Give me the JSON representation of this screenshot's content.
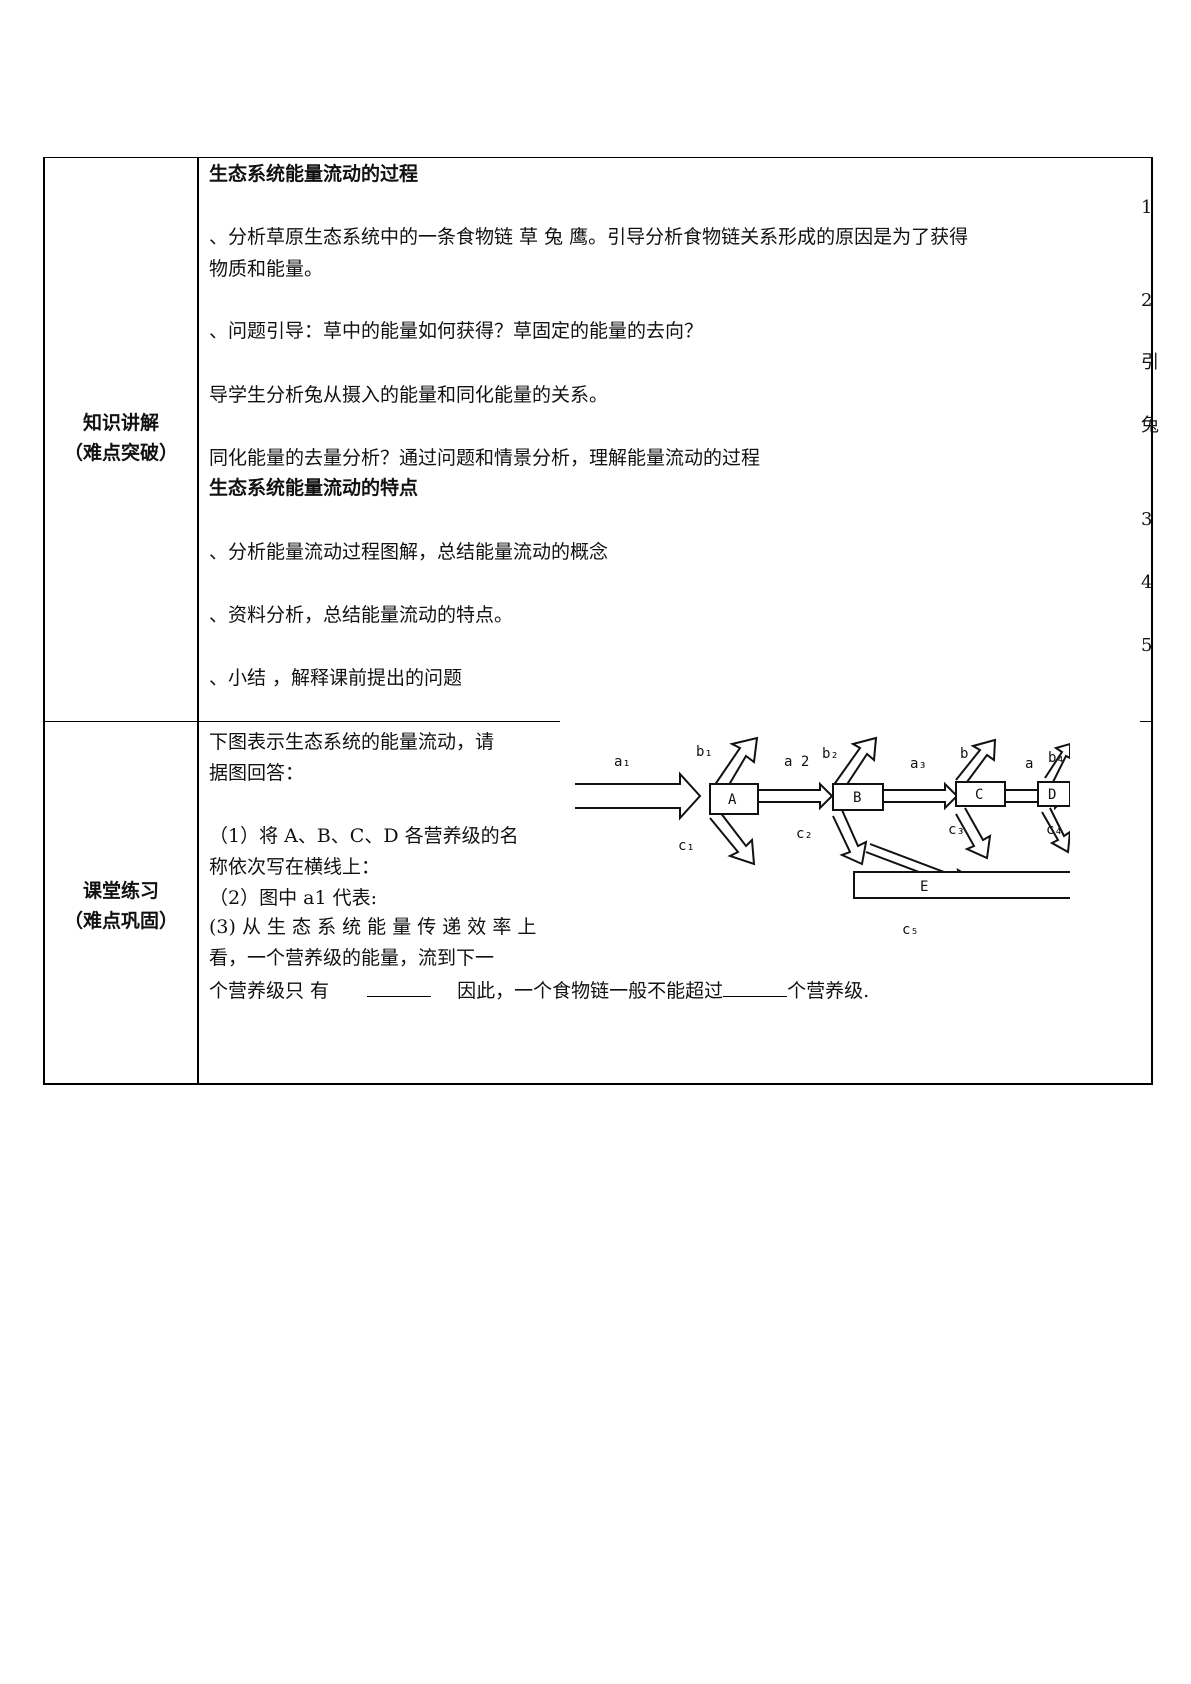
{
  "rows": {
    "knowledge": {
      "label_line1": "知识讲解",
      "label_line2": "（难点突破）",
      "heading1": "生态系统能量流动的过程",
      "p1_line1": "、分析草原生态系统中的一条食物链  草    兔    鹰。引导分析食物链关系形成的原因是为了获得",
      "p1_line2": "物质和能量。",
      "p2": "、问题引导：草中的能量如何获得？草固定的能量的去向？",
      "p3": "导学生分析兔从摄入的能量和同化能量的关系。",
      "p4": "同化能量的去量分析？通过问题和情景分析，理解能量流动的过程",
      "heading2": "生态系统能量流动的特点",
      "p5": "、分析能量流动过程图解，总结能量流动的概念",
      "p6": "、资料分析，总结能量流动的特点。",
      "p7": "、小结 ，解释课前提出的问题"
    },
    "practice": {
      "label_line1": "课堂练习",
      "label_line2": "（难点巩固）",
      "intro_line1": "下图表示生态系统的能量流动，请",
      "intro_line2": "据图回答：",
      "q1_line1": "（1）将 A、B、C、D 各营养级的名",
      "q1_line2": "称依次写在横线上：",
      "q2": "（2）图中 a1 代表:",
      "q3_line1": "(3) 从 生 态 系 统 能 量 传 递 效 率 上",
      "q3_line2": "看，一个营养级的能量，流到下一",
      "q3_line3_a": "个营养级只  有",
      "q3_line3_b": "因此，一个食物链一般不能超过",
      "q3_line3_c": "个营养级."
    }
  },
  "margin_notes": [
    "1",
    "2",
    "引",
    "兔",
    "3",
    "4",
    "5"
  ],
  "diagram": {
    "boxes": [
      "A",
      "B",
      "C",
      "D",
      "E"
    ],
    "labels": {
      "a1": "a₁",
      "a2": "a 2",
      "a3": "a₃",
      "a": "a",
      "b1": "b₁",
      "b2": "b₂",
      "b": "b",
      "b4": "b₄",
      "c1": "c₁",
      "c2": "c₂",
      "c3": "c₃",
      "c4": "c₄",
      "c5": "c₅"
    }
  }
}
